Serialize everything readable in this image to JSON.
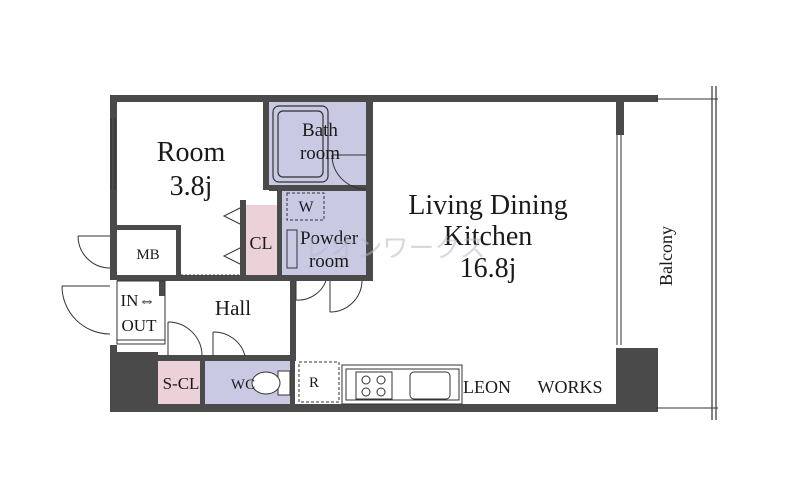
{
  "colors": {
    "wall": "#4a4a4a",
    "wet_area": "#c9c9e4",
    "closet": "#ecd2d8",
    "floor": "#ffffff",
    "line": "#333333"
  },
  "labels": {
    "room": "Room",
    "room_size": "3.8j",
    "bath_line1": "Bath",
    "bath_line2": "room",
    "washer": "W",
    "powder_line1": "Powder",
    "powder_line2": "room",
    "cl": "CL",
    "ldk_line1": "Living Dining",
    "ldk_line2": "Kitchen",
    "ldk_size": "16.8j",
    "balcony": "Balcony",
    "mb": "MB",
    "in_out_line1": "IN⇔",
    "in_out_line2": "OUT",
    "hall": "Hall",
    "s_cl": "S-CL",
    "wc": "WC",
    "fridge": "R",
    "brand_1": "LEON",
    "brand_2": "WORKS"
  },
  "watermark": {
    "text": "レオンワークス"
  },
  "icons": {
    "washer": "washer-icon",
    "stove": "stove-icon",
    "sink": "sink-icon",
    "bathtub": "bathtub-icon",
    "toilet": "toilet-icon"
  }
}
